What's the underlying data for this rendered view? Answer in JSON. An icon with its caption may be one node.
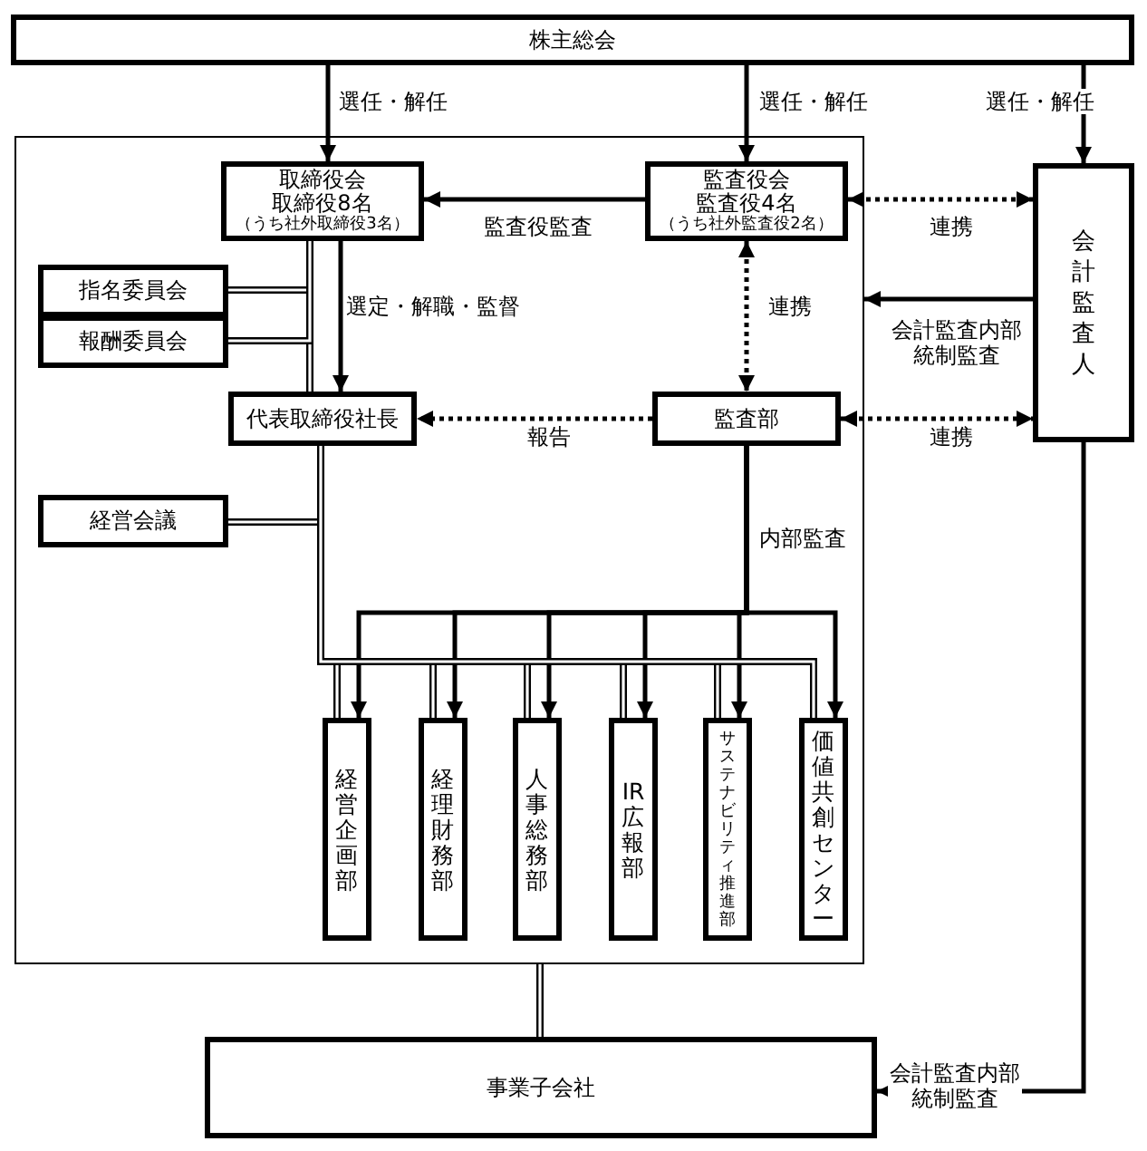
{
  "diagram": {
    "nodes": [
      {
        "text": [
          "株主総会"
        ]
      },
      {
        "text": [],
        "shape": "box"
      },
      {
        "text": [
          "取締役会",
          "取締役8名",
          "（うち社外取締役3名）"
        ],
        "in": 1
      },
      {
        "text": [
          "監査役会",
          "監査役4名",
          "（うち社外監査役2名）"
        ],
        "in": 1
      },
      {
        "text": [
          "会計監査人"
        ]
      },
      {
        "text": [
          "指名委員会"
        ],
        "in": 1
      },
      {
        "text": [
          "報酬委員会"
        ],
        "in": 1
      },
      {
        "text": [
          "代表取締役社長"
        ],
        "in": 1
      },
      {
        "text": [
          "監査部"
        ],
        "in": 1
      },
      {
        "text": [
          "経営会議"
        ],
        "in": 1
      },
      {
        "text": [
          "経営企画部"
        ],
        "in": 1
      },
      {
        "text": [
          "経理財務部"
        ],
        "in": 1
      },
      {
        "text": [
          "人事総務部"
        ],
        "in": 1
      },
      {
        "text": [
          "IR広報部"
        ],
        "in": 1
      },
      {
        "text": [
          "サステナビリティ推進部"
        ],
        "in": 1
      },
      {
        "text": [
          "価値共創センター"
        ],
        "in": 1
      },
      {
        "text": [
          "事業子会社"
        ]
      }
    ],
    "edges": [
      {
        "from": 0,
        "to": 2,
        "arrow": "to",
        "label": "選任・解任"
      },
      {
        "from": 0,
        "to": 3,
        "arrow": "to",
        "label": "選任・解任"
      },
      {
        "from": 0,
        "to": 4,
        "arrow": "to",
        "label": "選任・解任"
      },
      {
        "from": 3,
        "to": 2,
        "arrow": "to",
        "label": "監査役監査"
      },
      {
        "from": 3,
        "to": 4,
        "arrow": "both",
        "label": "連携",
        "style": "dashed"
      },
      {
        "from": 2,
        "to": 7,
        "arrow": "to",
        "label": "選定・解職・監督"
      },
      {
        "from": 2,
        "to": 7,
        "arrow": "none"
      },
      {
        "from": 2,
        "to": 5,
        "arrow": "none"
      },
      {
        "from": 2,
        "to": 6,
        "arrow": "none"
      },
      {
        "from": 3,
        "to": 8,
        "arrow": "both",
        "label": "連携",
        "style": "dashed"
      },
      {
        "from": 4,
        "to": 1,
        "arrow": "to",
        "label": "会計監査内部統制監査"
      },
      {
        "from": 8,
        "to": 7,
        "arrow": "to",
        "label": "報告",
        "style": "dashed"
      },
      {
        "from": 8,
        "to": 4,
        "arrow": "both",
        "label": "連携",
        "style": "dashed"
      },
      {
        "from": 8,
        "to": 10,
        "arrow": "to",
        "label": "内部監査"
      },
      {
        "from": 8,
        "to": 11,
        "arrow": "to"
      },
      {
        "from": 8,
        "to": 12,
        "arrow": "to"
      },
      {
        "from": 8,
        "to": 13,
        "arrow": "to"
      },
      {
        "from": 8,
        "to": 14,
        "arrow": "to"
      },
      {
        "from": 8,
        "to": 15,
        "arrow": "to"
      },
      {
        "from": 7,
        "to": 9,
        "arrow": "none"
      },
      {
        "from": 7,
        "to": 10,
        "arrow": "none"
      },
      {
        "from": 7,
        "to": 11,
        "arrow": "none"
      },
      {
        "from": 7,
        "to": 12,
        "arrow": "none"
      },
      {
        "from": 7,
        "to": 13,
        "arrow": "none"
      },
      {
        "from": 7,
        "to": 14,
        "arrow": "none"
      },
      {
        "from": 7,
        "to": 15,
        "arrow": "none"
      },
      {
        "from": 1,
        "to": 16,
        "arrow": "none"
      },
      {
        "from": 4,
        "to": 16,
        "arrow": "to",
        "label": "会計監査内部統制監査"
      }
    ]
  }
}
